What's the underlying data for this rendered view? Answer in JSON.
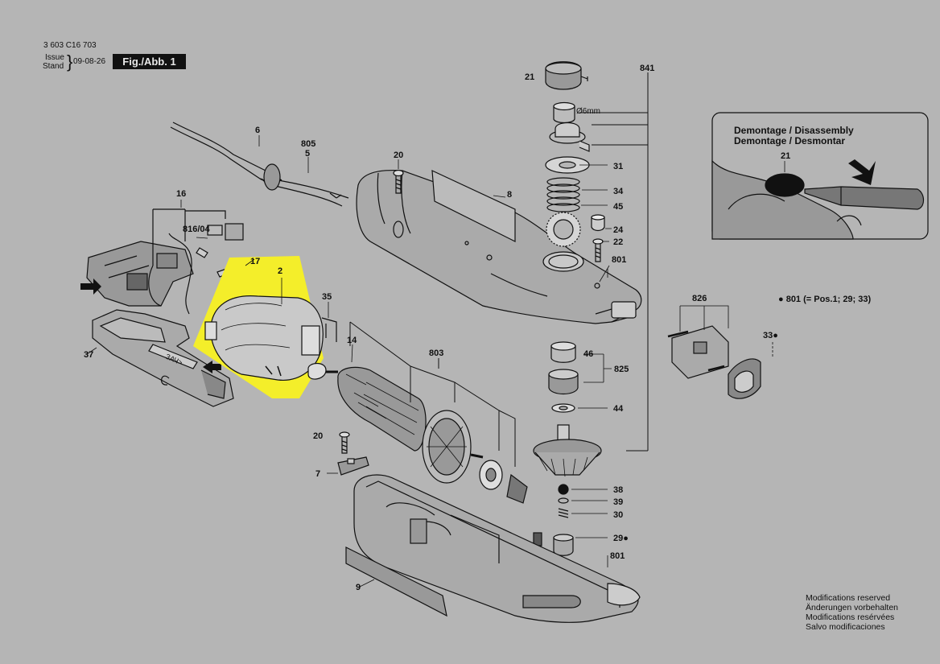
{
  "header": {
    "doc_number": "3 603 C16 703",
    "issue_label": "Issue",
    "stand_label": "Stand",
    "issue_date": "09-08-26",
    "figure_label": "Fig./Abb. 1"
  },
  "inset": {
    "title_line1": "Demontage / Disassembly",
    "title_line2": "Demontage / Desmontar",
    "part_label": "21"
  },
  "legend_note": "● 801 (= Pos.1; 29; 33)",
  "modifications": [
    "Modifications reserved",
    "Änderungen vorbehalten",
    "Modifications resérvées",
    "Salvo modificaciones"
  ],
  "part_labels": {
    "p21_top": "21",
    "dia_note": "Ø6mm",
    "p841": "841",
    "p31": "31",
    "p34": "34",
    "p45": "45",
    "p24": "24",
    "p22": "22",
    "p801_a": "801",
    "p6": "6",
    "p805": "805",
    "p5": "5",
    "p20_a": "20",
    "p8": "8",
    "p16": "16",
    "p816": "816/04",
    "p17": "17",
    "p2": "2",
    "p35": "35",
    "p14": "14",
    "p37": "37",
    "p803": "803",
    "p46": "46",
    "p825": "825",
    "p44": "44",
    "p826": "826",
    "p33": "33●",
    "p20_b": "20",
    "p7": "7",
    "p38": "38",
    "p39": "39",
    "p30": "30",
    "p29": "29●",
    "p801_b": "801",
    "p9": "9"
  },
  "colors": {
    "background": "#b5b5b5",
    "highlight": "#f4ee2a",
    "line": "#111111"
  }
}
